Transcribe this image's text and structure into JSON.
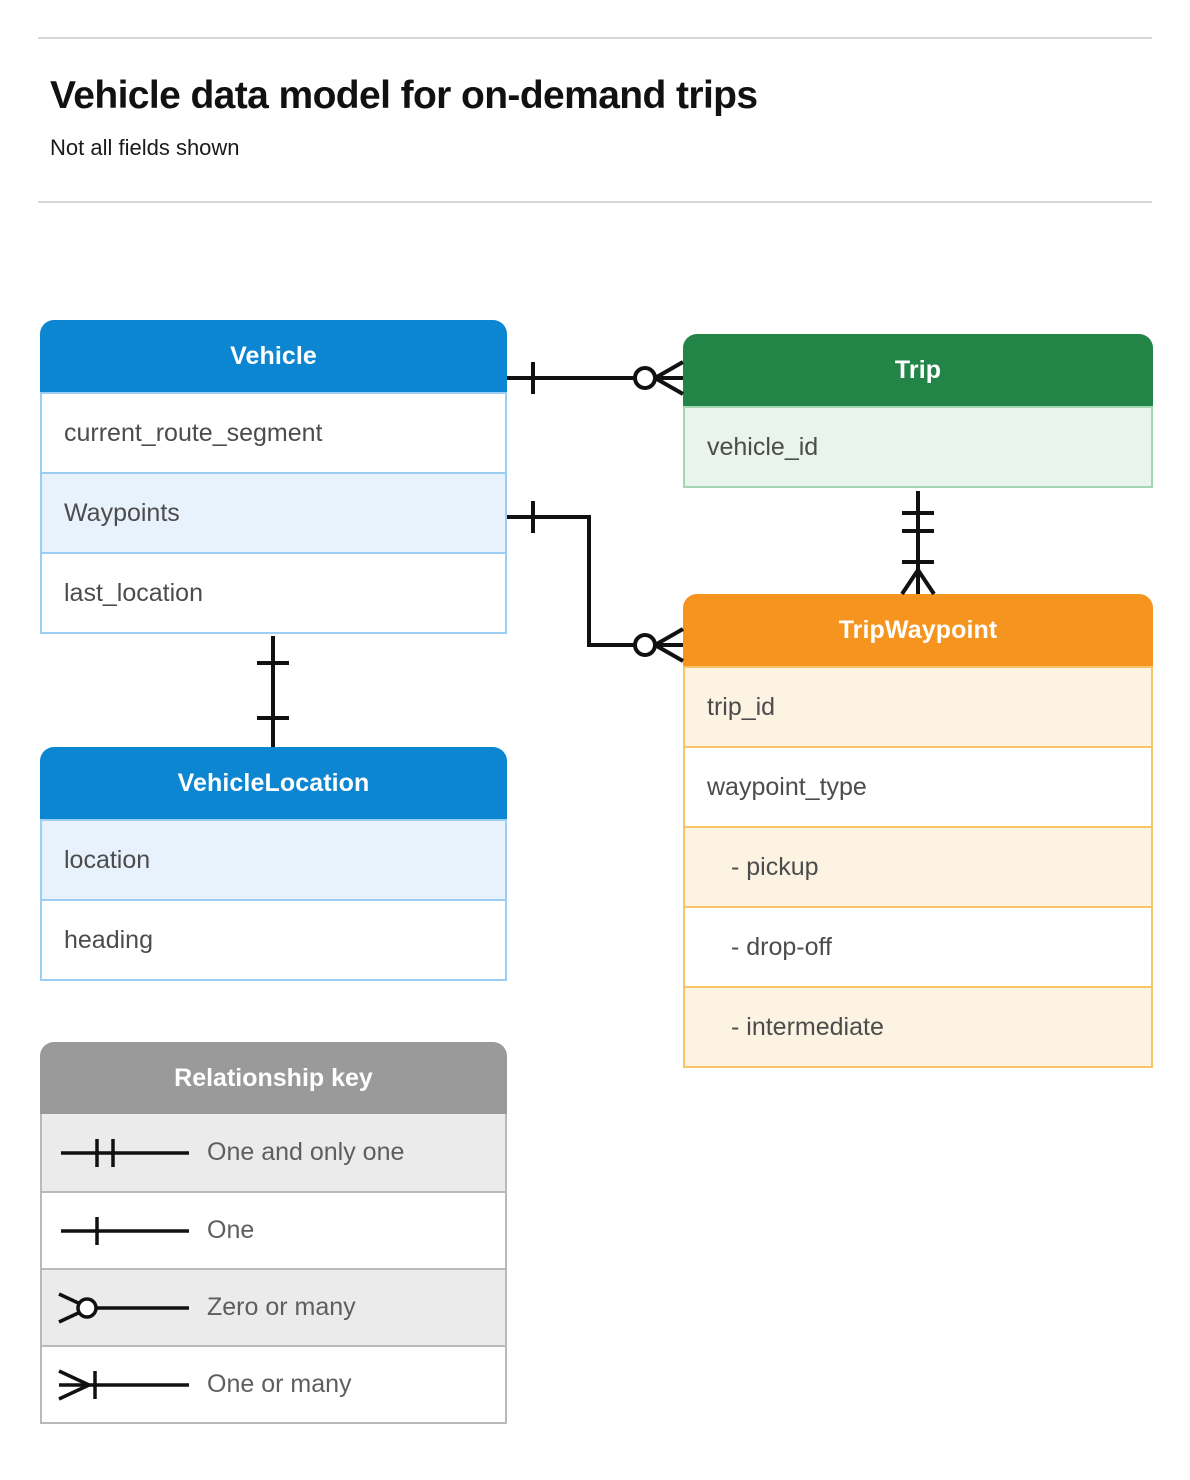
{
  "header": {
    "title": "Vehicle data model for on-demand trips",
    "subtitle": "Not all fields shown"
  },
  "entities": [
    {
      "id": "vehicle",
      "name": "Vehicle",
      "color": "#0d86d1",
      "row_alt_color": "#e8f2fd",
      "border_color": "#9ccdf2",
      "fields": [
        "current_route_segment",
        "Waypoints",
        "last_location"
      ]
    },
    {
      "id": "trip",
      "name": "Trip",
      "color": "#228547",
      "row_alt_color": "#e9f4ec",
      "border_color": "#a5d6b4",
      "fields": [
        "vehicle_id"
      ]
    },
    {
      "id": "tripwaypoint",
      "name": "TripWaypoint",
      "color": "#f5941f",
      "row_alt_color": "#fdf3e3",
      "border_color": "#fbc367",
      "fields": [
        "trip_id",
        "waypoint_type",
        "-  pickup",
        "-  drop-off",
        "-  intermediate"
      ]
    },
    {
      "id": "vehiclelocation",
      "name": "VehicleLocation",
      "color": "#0d86d1",
      "row_alt_color": "#e8f2fd",
      "border_color": "#9ccdf2",
      "fields": [
        "location",
        "heading"
      ]
    }
  ],
  "legend": {
    "title": "Relationship key",
    "header_color": "#9a9a9a",
    "items": [
      {
        "symbol": "one-and-only-one",
        "label": "One and only one"
      },
      {
        "symbol": "one",
        "label": "One"
      },
      {
        "symbol": "zero-or-many",
        "label": "Zero or many"
      },
      {
        "symbol": "one-or-many",
        "label": "One or many"
      }
    ]
  },
  "relationships": [
    {
      "from": "Vehicle",
      "from_cardinality": "One",
      "to": "Trip",
      "to_cardinality": "Zero or many"
    },
    {
      "from": "Vehicle.Waypoints",
      "from_cardinality": "One",
      "to": "TripWaypoint",
      "to_cardinality": "Zero or many"
    },
    {
      "from": "Trip",
      "from_cardinality": "One and only one",
      "to": "TripWaypoint",
      "to_cardinality": "One or many"
    },
    {
      "from": "Vehicle",
      "from_cardinality": "One and only one",
      "to": "VehicleLocation",
      "to_cardinality": "One and only one"
    }
  ]
}
